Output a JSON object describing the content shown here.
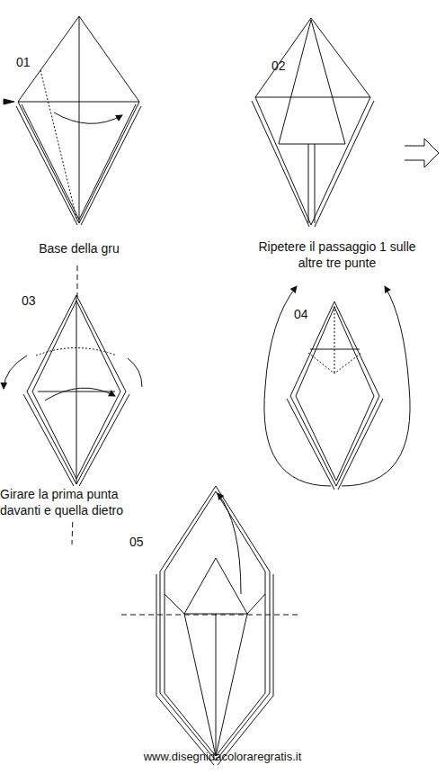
{
  "diagram": {
    "labels": [
      "01",
      "02",
      "03",
      "04",
      "05",
      "Base della gru",
      "Ripetere il passaggio 1 sulle altre tre punte",
      "Girare la prima punta davanti e quella dietro",
      "www.disegnidacoloraregratis.it"
    ]
  }
}
